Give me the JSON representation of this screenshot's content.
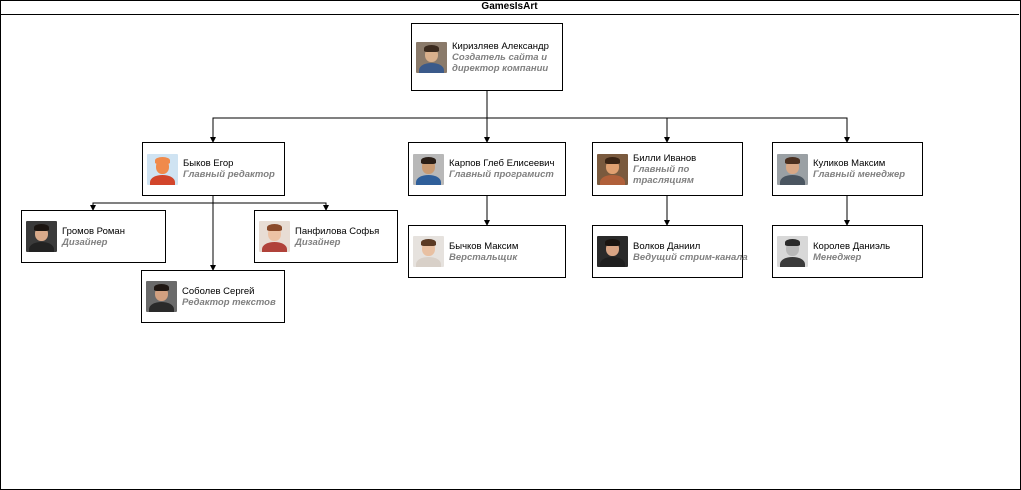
{
  "window": {
    "title": "GamesIsArt"
  },
  "nodes": [
    {
      "id": "kiriz",
      "name": "Киризляев Александр",
      "role": "Создатель сайта и директор компании",
      "avatar": "person-avatar",
      "bg": "#8a7a6a",
      "skin": "#d9b08c",
      "shirt": "#3b5a8a",
      "hair": "#3a2a1e"
    },
    {
      "id": "bykov",
      "name": "Быков Егор",
      "role": "Главный редактор",
      "avatar": "cartoon-avatar",
      "bg": "#cfe3f2",
      "skin": "#f08a4b",
      "shirt": "#d2452b",
      "hair": "#f08a4b"
    },
    {
      "id": "karpov",
      "name": "Карпов Глеб Елисеевич",
      "role": "Главный програмист",
      "avatar": "person-avatar",
      "bg": "#b8b8b8",
      "skin": "#c89a72",
      "shirt": "#2f5f9a",
      "hair": "#2a1e16"
    },
    {
      "id": "billi",
      "name": "Билли Иванов",
      "role": "Главный по трасляциям",
      "avatar": "person-avatar",
      "bg": "#7a5a3e",
      "skin": "#e0a070",
      "shirt": "#b0603a",
      "hair": "#3a2414"
    },
    {
      "id": "kulikov",
      "name": "Куликов Максим",
      "role": "Главный менеджер",
      "avatar": "person-avatar",
      "bg": "#9aa0a4",
      "skin": "#d8a886",
      "shirt": "#4a5560",
      "hair": "#4a3020"
    },
    {
      "id": "gromov",
      "name": "Громов Роман",
      "role": "Дизайнер",
      "avatar": "person-avatar",
      "bg": "#3a3a3a",
      "skin": "#d9aa8a",
      "shirt": "#222222",
      "hair": "#1a1410"
    },
    {
      "id": "panfil",
      "name": "Панфилова Софья",
      "role": "Дизайнер",
      "avatar": "person-avatar",
      "bg": "#e8ddd4",
      "skin": "#ecc2a4",
      "shirt": "#b0423a",
      "hair": "#8a4a2a"
    },
    {
      "id": "sobolev",
      "name": "Соболев Сергей",
      "role": "Редактор текстов",
      "avatar": "person-avatar",
      "bg": "#6a6a6a",
      "skin": "#d2a080",
      "shirt": "#2a2a2a",
      "hair": "#1e1612"
    },
    {
      "id": "bychkov",
      "name": "Бычков Максим",
      "role": "Верстальщик",
      "avatar": "person-avatar",
      "bg": "#e6e2de",
      "skin": "#e8c0a2",
      "shirt": "#d8d0c8",
      "hair": "#5a3a24"
    },
    {
      "id": "volkov",
      "name": "Волков Даниил",
      "role": "Ведущий стрим-канала",
      "avatar": "person-avatar",
      "bg": "#2a2a2a",
      "skin": "#d8a484",
      "shirt": "#1e1e1e",
      "hair": "#1a1410"
    },
    {
      "id": "korolev",
      "name": "Королев Даниэль",
      "role": "Менеджер",
      "avatar": "person-avatar",
      "bg": "#d8d8d8",
      "skin": "#b8b8b8",
      "shirt": "#3a3a3a",
      "hair": "#2a2a2a"
    }
  ]
}
